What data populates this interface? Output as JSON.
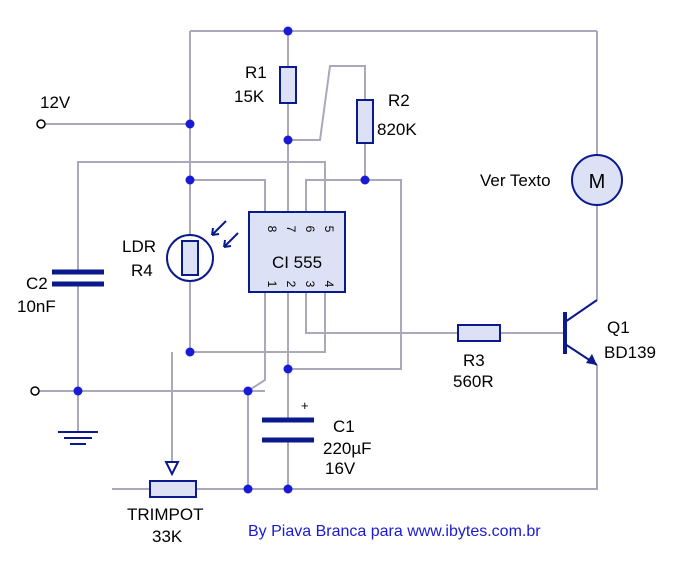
{
  "supply": {
    "label": "12V"
  },
  "r1": {
    "ref": "R1",
    "value": "15K"
  },
  "r2": {
    "ref": "R2",
    "value": "820K"
  },
  "r3": {
    "ref": "R3",
    "value": "560R"
  },
  "ldr": {
    "ref": "LDR",
    "ref2": "R4"
  },
  "c1": {
    "ref": "C1",
    "value": "220µF",
    "voltage": "16V",
    "polarity": "+"
  },
  "c2": {
    "ref": "C2",
    "value": "10nF"
  },
  "ic": {
    "name": "CI 555",
    "top_pins": [
      "8",
      "7",
      "6",
      "5"
    ],
    "bottom_pins": [
      "1",
      "2",
      "3",
      "4"
    ]
  },
  "motor": {
    "symbol": "M",
    "label": "Ver Texto"
  },
  "q1": {
    "ref": "Q1",
    "part": "BD139"
  },
  "trimpot": {
    "ref": "TRIMPOT",
    "value": "33K"
  },
  "credit": {
    "text": "By Piava Branca para www.ibytes.com.br",
    "color": "#1a1ad6"
  }
}
